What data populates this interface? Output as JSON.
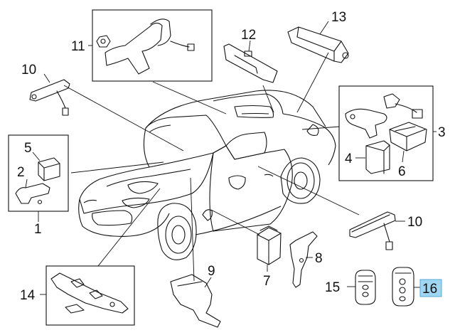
{
  "diagram": {
    "callouts": {
      "c1": "1",
      "c2": "2",
      "c3": "3",
      "c4": "4",
      "c5": "5",
      "c6": "6",
      "c7": "7",
      "c8": "8",
      "c9": "9",
      "c10a": "10",
      "c10b": "10",
      "c11": "11",
      "c12": "12",
      "c13": "13",
      "c14": "14",
      "c15": "15",
      "c16": "16"
    },
    "highlighted_callout": "16",
    "highlight_color": "#9fd6f2"
  }
}
